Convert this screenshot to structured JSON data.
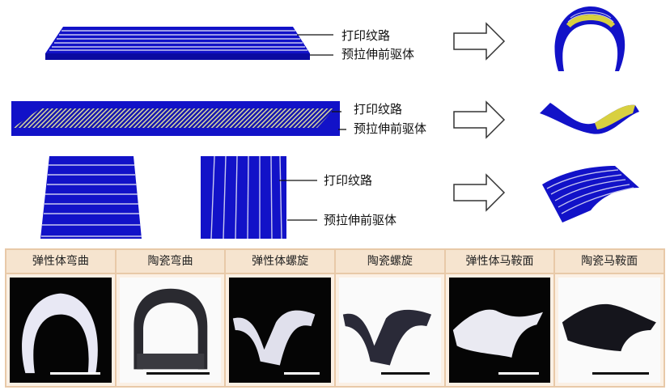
{
  "diagram": {
    "rows": [
      {
        "label_pattern": "打印纹路",
        "label_precursor": "预拉伸前驱体"
      },
      {
        "label_pattern": "打印纹路",
        "label_precursor": "预拉伸前驱体"
      },
      {
        "label_pattern": "打印纹路",
        "label_precursor": "预拉伸前驱体"
      }
    ]
  },
  "table": {
    "columns": [
      {
        "header": "弹性体弯曲",
        "theme": "dark"
      },
      {
        "header": "陶瓷弯曲",
        "theme": "light"
      },
      {
        "header": "弹性体螺旋",
        "theme": "dark"
      },
      {
        "header": "陶瓷螺旋",
        "theme": "light"
      },
      {
        "header": "弹性体马鞍面",
        "theme": "dark"
      },
      {
        "header": "陶瓷马鞍面",
        "theme": "light"
      }
    ]
  },
  "colors": {
    "blue": "#1010c8",
    "yellow": "#d8d040",
    "stripe": "#c8c8f0"
  }
}
